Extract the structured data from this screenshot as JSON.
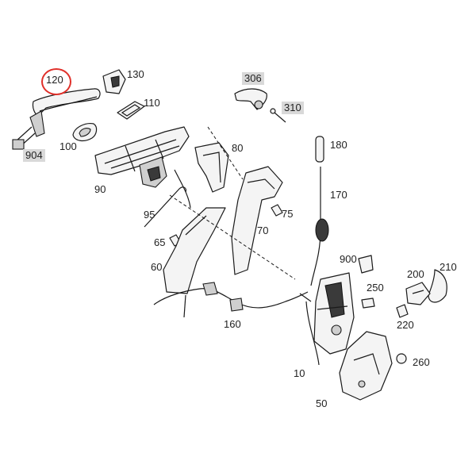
{
  "highlight": {
    "color": "#e0302a",
    "part_label": "120"
  },
  "callouts": {
    "p120": "120",
    "p130": "130",
    "p110": "110",
    "p100": "100",
    "p904": "904",
    "p306": "306",
    "p310": "310",
    "p80": "80",
    "p90": "90",
    "p180": "180",
    "p170": "170",
    "p95": "95",
    "p75": "75",
    "p65": "65",
    "p70": "70",
    "p60": "60",
    "p900": "900",
    "p210": "210",
    "p200": "200",
    "p250": "250",
    "p220": "220",
    "p160": "160",
    "p10": "10",
    "p260": "260",
    "p50": "50"
  },
  "boxed_label_color": "#d9d9d9"
}
